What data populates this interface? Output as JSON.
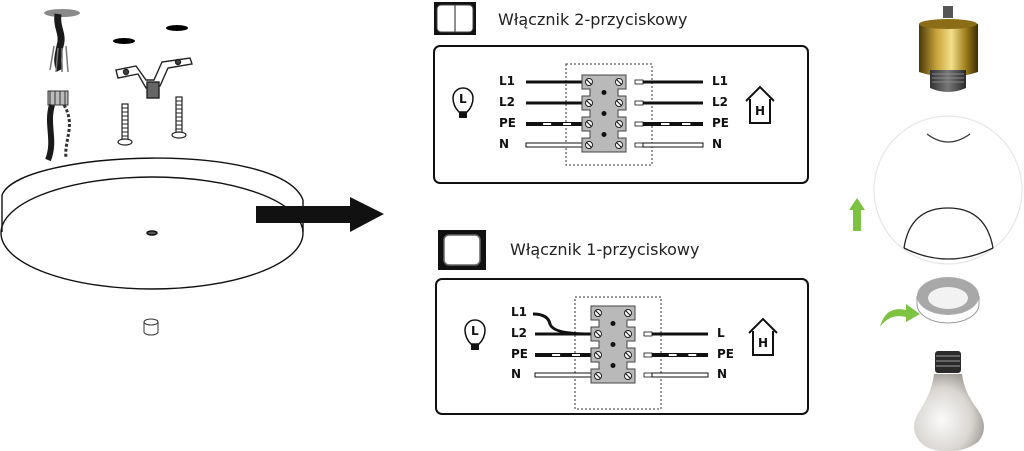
{
  "diagram": {
    "switches": [
      {
        "title": "Włącznik 2-przyciskowy",
        "left_wires": [
          "L1",
          "L2",
          "PE",
          "N"
        ],
        "right_wires": [
          "L1",
          "L2",
          "PE",
          "N"
        ],
        "lamp_label": "L",
        "house_label": "H"
      },
      {
        "title": "Włącznik 1-przyciskowy",
        "left_wires": [
          "L1",
          "L2",
          "PE",
          "N"
        ],
        "right_wires": [
          "L",
          "PE",
          "N"
        ],
        "lamp_label": "L",
        "house_label": "H"
      }
    ],
    "colors": {
      "line": "#111111",
      "terminal_block": "#b9b9b9",
      "green_arrow": "#7ec242",
      "brass": "#b08a1c"
    }
  }
}
